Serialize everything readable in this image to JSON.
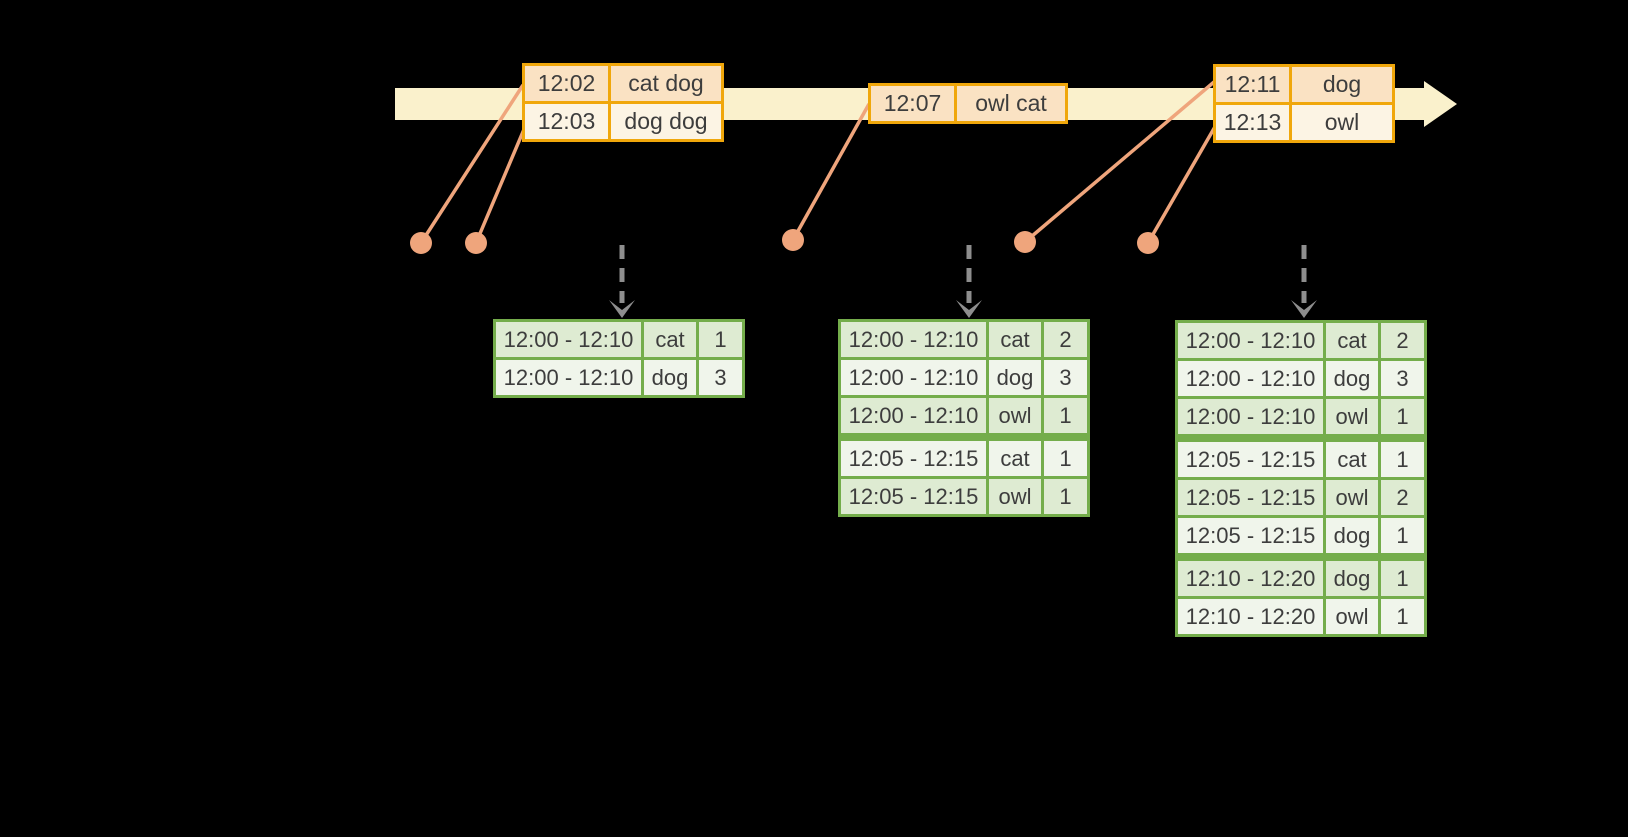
{
  "colors": {
    "background": "#000000",
    "timeline-fill": "#FAF1CC",
    "event-border": "#F0A70B",
    "event-row-dark": "#FAE2C3",
    "event-row-light": "#FCF4E4",
    "connector": "#EFA57C",
    "result-border": "#74AD4B",
    "result-row-dark": "#DEEBD2",
    "result-row-light": "#F0F5EB",
    "trigger-arrow": "#8E8E8E",
    "text": "#3D3D3D"
  },
  "event_tables": [
    {
      "rows": [
        [
          "12:02",
          "cat dog"
        ],
        [
          "12:03",
          "dog dog"
        ]
      ]
    },
    {
      "rows": [
        [
          "12:07",
          "owl cat"
        ]
      ]
    },
    {
      "rows": [
        [
          "12:11",
          "dog"
        ],
        [
          "12:13",
          "owl"
        ]
      ]
    }
  ],
  "result_tables": [
    {
      "rows": [
        [
          "12:00 - 12:10",
          "cat",
          "1"
        ],
        [
          "12:00 - 12:10",
          "dog",
          "3"
        ]
      ]
    },
    {
      "rows": [
        [
          "12:00 - 12:10",
          "cat",
          "2"
        ],
        [
          "12:00 - 12:10",
          "dog",
          "3"
        ],
        [
          "12:00 - 12:10",
          "owl",
          "1"
        ],
        [
          "12:05 - 12:15",
          "cat",
          "1"
        ],
        [
          "12:05 - 12:15",
          "owl",
          "1"
        ]
      ]
    },
    {
      "rows": [
        [
          "12:00 - 12:10",
          "cat",
          "2"
        ],
        [
          "12:00 - 12:10",
          "dog",
          "3"
        ],
        [
          "12:00 - 12:10",
          "owl",
          "1"
        ],
        [
          "12:05 - 12:15",
          "cat",
          "1"
        ],
        [
          "12:05 - 12:15",
          "owl",
          "2"
        ],
        [
          "12:05 - 12:15",
          "dog",
          "1"
        ],
        [
          "12:10 - 12:20",
          "dog",
          "1"
        ],
        [
          "12:10 - 12:20",
          "owl",
          "1"
        ]
      ]
    }
  ]
}
